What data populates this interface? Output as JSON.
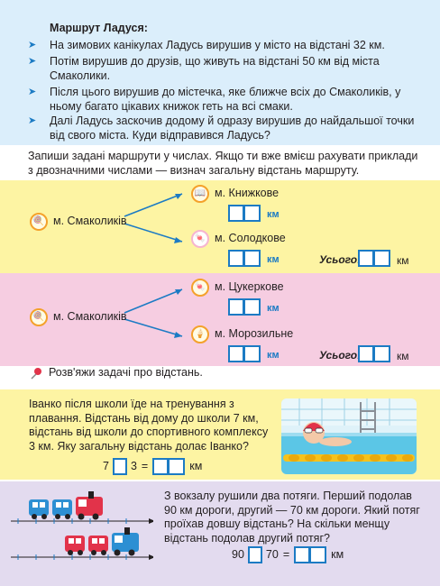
{
  "story": {
    "title": "Маршрут Ладуся:",
    "bullets": [
      "На зимових канікулах Ладусь вирушив у місто на відстані 32 км.",
      "Потім вирушив до друзів, що живуть на відстані 50 км від міста Смаколики.",
      "Після цього вирушив до містечка, яке ближче всіх до Смаколиків, у ньому багато цікавих книжок геть на всі смаки.",
      "Далі Ладусь заскочив додому й одразу вирушив до найдальшої точки від свого міста. Куди відправився Ладусь?"
    ]
  },
  "instruction": "Запиши задані маршрути у числах. Якщо ти вже вмієш рахувати приклади з двозначними числами — визнач загальну відстань маршруту.",
  "routes": [
    {
      "from": "м. Смаколиків",
      "to": [
        "м. Книжкове",
        "м. Солодкове"
      ],
      "unit": "км",
      "total_label": "Усього:",
      "total_unit": "км"
    },
    {
      "from": "м. Смаколиків",
      "to": [
        "м. Цукеркове",
        "м. Морозильне"
      ],
      "unit": "км",
      "total_label": "Усього:",
      "total_unit": "км"
    }
  ],
  "task_heading": "Розв'яжи задачі про відстань.",
  "problem1": {
    "text": "Іванко після школи їде на тренування з плавання. Відстань від дому до школи 7 км, відстань від школи до спортивного комплексу 3 км. Яку загальну відстань долає Іванко?",
    "a": "7",
    "b": "3",
    "eq": "=",
    "unit": "км"
  },
  "problem2": {
    "text": "З вокзалу рушили два потяги. Перший подолав 90 км дороги, другий — 70 км дороги. Який потяг проїхав довшу відстань? На скільки менщу відстань подолав другий потяг?",
    "a": "90",
    "b": "70",
    "eq": "=",
    "unit": "км"
  },
  "colors": {
    "story_bg": "#dbeefb",
    "route1_bg": "#fdf4a3",
    "route2_bg": "#f6cde1",
    "problem1_bg": "#fdf4a3",
    "problem2_bg": "#e3dbef",
    "accent": "#1c7bc4"
  }
}
